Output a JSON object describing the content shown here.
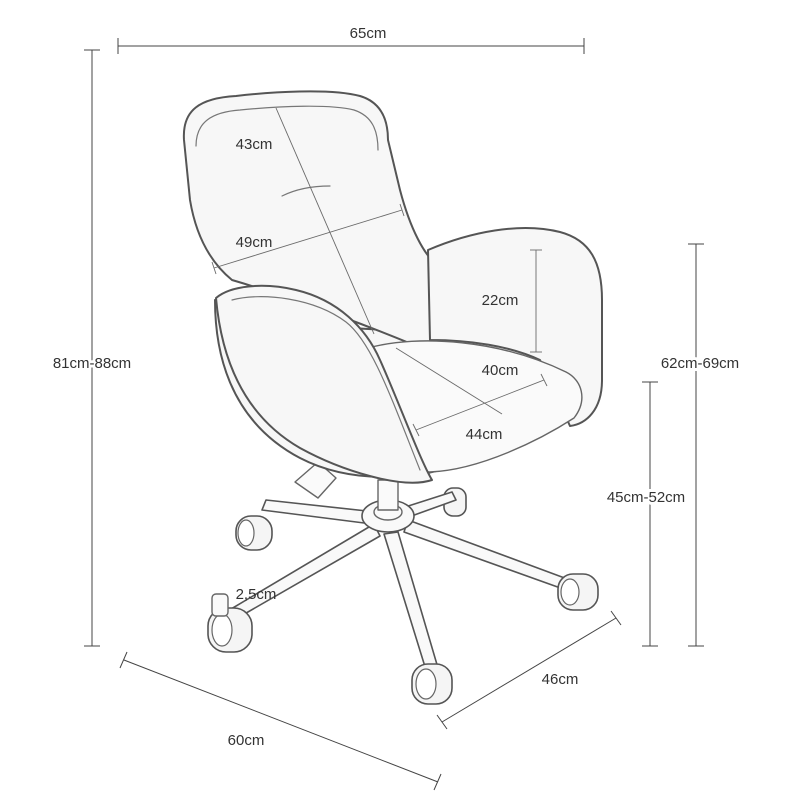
{
  "dimensions": {
    "total_width": "65cm",
    "total_height": "81cm-88cm",
    "armrest_height": "62cm-69cm",
    "seat_height": "45cm-52cm",
    "base_depth": "60cm",
    "base_width": "46cm",
    "backrest_height": "43cm",
    "backrest_width": "49cm",
    "armrest_to_seat": "22cm",
    "seat_depth": "40cm",
    "seat_width": "44cm",
    "leg_thickness": "2,5cm"
  },
  "colors": {
    "line": "#444444",
    "outline": "#555555",
    "label": "#333333",
    "background": "#ffffff"
  }
}
